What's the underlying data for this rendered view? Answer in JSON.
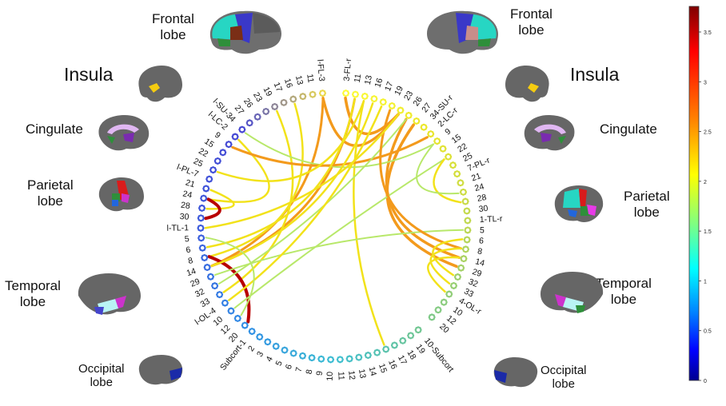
{
  "left_lobes": {
    "frontal_1": "Frontal",
    "frontal_2": "lobe",
    "insula": "Insula",
    "cingulate": "Cingulate",
    "parietal_1": "Parietal",
    "parietal_2": "lobe",
    "temporal_1": "Temporal",
    "temporal_2": "lobe",
    "occipital_1": "Occipital",
    "occipital_2": "lobe"
  },
  "right_lobes": {
    "frontal_1": "Frontal",
    "frontal_2": "lobe",
    "insula": "Insula",
    "cingulate": "Cingulate",
    "parietal_1": "Parietal",
    "parietal_2": "lobe",
    "temporal_1": "Temporal",
    "temporal_2": "lobe",
    "occipital_1": "Occipital",
    "occipital_2": "lobe"
  },
  "ring_labels": {
    "left_upper": [
      "l-FL-3",
      "11",
      "13",
      "16",
      "17",
      "19",
      "23",
      "26",
      "27",
      "l-SU-34",
      "l-LC-2",
      "9",
      "15",
      "22",
      "25",
      "l-PL-7",
      "21",
      "24",
      "28",
      "30",
      "l-TL-1",
      "5",
      "6",
      "8",
      "14",
      "29",
      "32",
      "33",
      "l-OL-4",
      "10",
      "12",
      "20"
    ],
    "right_upper": [
      "3-FL-r",
      "11",
      "13",
      "16",
      "17",
      "19",
      "23",
      "26",
      "27",
      "34-SU-r",
      "2-LC-r",
      "9",
      "15",
      "22",
      "25",
      "7-PL-r",
      "21",
      "24",
      "28",
      "30",
      "1-TL-r",
      "5",
      "6",
      "8",
      "14",
      "29",
      "32",
      "33",
      "4-OL-r",
      "10",
      "12",
      "20"
    ],
    "bottom": [
      "Subcort-1",
      "2",
      "3",
      "4",
      "5",
      "6",
      "7",
      "8",
      "9",
      "10",
      "11",
      "12",
      "13",
      "14",
      "15",
      "16",
      "17",
      "18",
      "19",
      "10-Subcort"
    ]
  },
  "colorbar": {
    "ticks": [
      "3.5",
      "3",
      "2.5",
      "2",
      "1.5",
      "1",
      "0.5",
      "0"
    ],
    "colors": [
      "#7f0000",
      "#ff0000",
      "#ff8000",
      "#ffff00",
      "#80ff80",
      "#00ffff",
      "#0080ff",
      "#0000ff",
      "#00008f"
    ]
  },
  "connection_colors": {
    "dark_red": "#b80000",
    "orange": "#f39a1c",
    "yellow": "#f2e21a",
    "light_green": "#b8e86a"
  }
}
